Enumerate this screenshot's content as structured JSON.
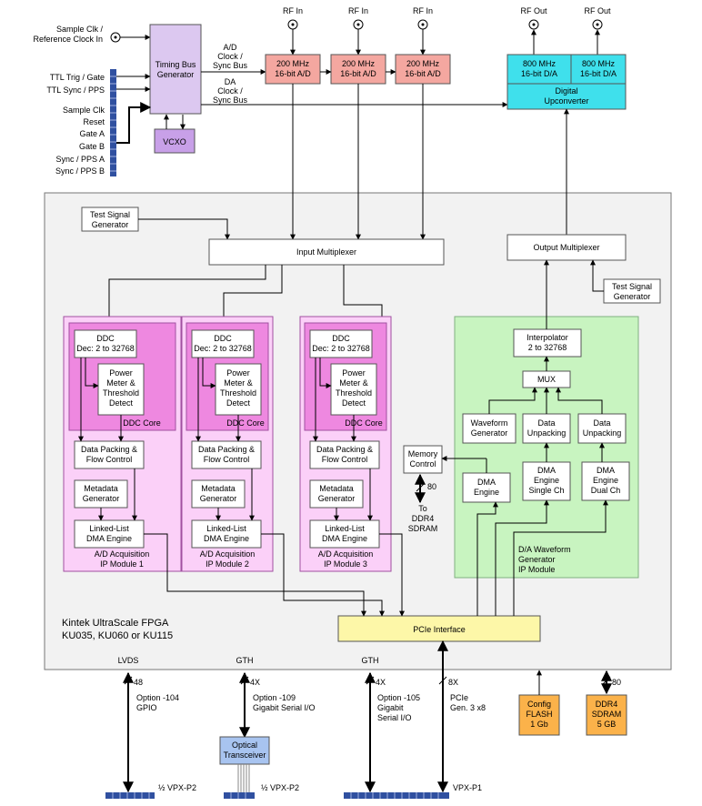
{
  "colors": {
    "timing": "#dcc8f0",
    "vcxo": "#c8a0e8",
    "adc": "#f4a7a0",
    "dac": "#3fe0ec",
    "fpga_bg": "#f2f2f2",
    "acq_module": "#fbd0f8",
    "ddc_core": "#ee88e0",
    "dac_module": "#c8f4c0",
    "pcie": "#fdf7a8",
    "orange": "#fbb24a",
    "optical": "#a8c4f0",
    "connector": "#3050a0"
  },
  "clock": {
    "label_line1": "Sample Clk /",
    "label_line2": "Reference Clock In"
  },
  "timing_bus": {
    "line1": "Timing Bus",
    "line2": "Generator"
  },
  "vcxo": "VCXO",
  "ad_clock_bus": {
    "line1": "A/D",
    "line2": "Clock /",
    "line3": "Sync Bus"
  },
  "da_clock_bus": {
    "line1": "DA",
    "line2": "Clock /",
    "line3": "Sync Bus"
  },
  "gpio_labels": [
    "TTL Trig / Gate",
    "TTL Sync / PPS",
    "Sample Clk",
    "Reset",
    "Gate A",
    "Gate B",
    "Sync / PPS A",
    "Sync / PPS B"
  ],
  "rf_in": [
    "RF In",
    "RF In",
    "RF In"
  ],
  "rf_out": [
    "RF Out",
    "RF Out"
  ],
  "adcs": [
    {
      "line1": "200 MHz",
      "line2": "16-bit A/D"
    },
    {
      "line1": "200 MHz",
      "line2": "16-bit A/D"
    },
    {
      "line1": "200 MHz",
      "line2": "16-bit A/D"
    }
  ],
  "dacs": [
    {
      "line1": "800 MHz",
      "line2": "16-bit D/A"
    },
    {
      "line1": "800 MHz",
      "line2": "16-bit D/A"
    }
  ],
  "upconverter": {
    "line1": "Digital",
    "line2": "Upconverter"
  },
  "test_signal_in": {
    "line1": "Test Signal",
    "line2": "Generator"
  },
  "test_signal_out": {
    "line1": "Test Signal",
    "line2": "Generator"
  },
  "input_mux": "Input Multiplexer",
  "output_mux": "Output Multiplexer",
  "acq_modules": [
    {
      "ddc1": "DDC",
      "ddc2": "Dec: 2 to 32768",
      "pm1": "Power",
      "pm2": "Meter &",
      "pm3": "Threshold",
      "pm4": "Detect",
      "core": "DDC Core",
      "dp1": "Data Packing &",
      "dp2": "Flow Control",
      "md1": "Metadata",
      "md2": "Generator",
      "ll1": "Linked-List",
      "ll2": "DMA Engine",
      "mod1": "A/D Acquisition",
      "mod2": "IP Module  1"
    },
    {
      "ddc1": "DDC",
      "ddc2": "Dec: 2 to 32768",
      "pm1": "Power",
      "pm2": "Meter &",
      "pm3": "Threshold",
      "pm4": "Detect",
      "core": "DDC Core",
      "dp1": "Data Packing &",
      "dp2": "Flow Control",
      "md1": "Metadata",
      "md2": "Generator",
      "ll1": "Linked-List",
      "ll2": "DMA Engine",
      "mod1": "A/D Acquisition",
      "mod2": "IP Module  2"
    },
    {
      "ddc1": "DDC",
      "ddc2": "Dec: 2 to 32768",
      "pm1": "Power",
      "pm2": "Meter &",
      "pm3": "Threshold",
      "pm4": "Detect",
      "core": "DDC Core",
      "dp1": "Data Packing &",
      "dp2": "Flow Control",
      "md1": "Metadata",
      "md2": "Generator",
      "ll1": "Linked-List",
      "ll2": "DMA Engine",
      "mod1": "A/D Acquisition",
      "mod2": "IP Module  3"
    }
  ],
  "dac_module": {
    "interp1": "Interpolator",
    "interp2": "2 to 32768",
    "mux": "MUX",
    "wave1": "Waveform",
    "wave2": "Generator",
    "unpack_a1": "Data",
    "unpack_a2": "Unpacking",
    "unpack_b1": "Data",
    "unpack_b2": "Unpacking",
    "dma1": "DMA",
    "dma2": "Engine",
    "dmas1": "DMA",
    "dmas2": "Engine",
    "dmas3": "Single Ch",
    "dmad1": "DMA",
    "dmad2": "Engine",
    "dmad3": "Dual Ch",
    "mod1": "D/A Waveform",
    "mod2": "Generator",
    "mod3": "IP Module"
  },
  "memory_control": {
    "line1": "Memory",
    "line2": "Control"
  },
  "mem_bus": {
    "width": "80",
    "to1": "To",
    "to2": "DDR4",
    "to3": "SDRAM"
  },
  "fpga": {
    "line1": "Kintek UltraScale FPGA",
    "line2": "KU035, KU060 or KU115"
  },
  "pcie_interface": "PCIe Interface",
  "bottom": {
    "lvds": "LVDS",
    "gth1": "GTH",
    "gth2": "GTH",
    "w48": "48",
    "w4x1": "4X",
    "w4x2": "4X",
    "w8x": "8X",
    "w80": "80",
    "opt104_1": "Option -104",
    "opt104_2": "GPIO",
    "opt109_1": "Option -109",
    "opt109_2": "Gigabit Serial I/O",
    "opt105_1": "Option -105",
    "opt105_2": "Gigabit",
    "opt105_3": "Serial I/O",
    "pcie1": "PCIe",
    "pcie2": "Gen. 3 x8",
    "optical1": "Optical",
    "optical2": "Transceiver",
    "vpx_p2a": "½ VPX-P2",
    "vpx_p2b": "½ VPX-P2",
    "vpx_p1": "VPX-P1",
    "flash1": "Config",
    "flash2": "FLASH",
    "flash3": "1 Gb",
    "ddr1": "DDR4",
    "ddr2": "SDRAM",
    "ddr3": "5 GB"
  }
}
